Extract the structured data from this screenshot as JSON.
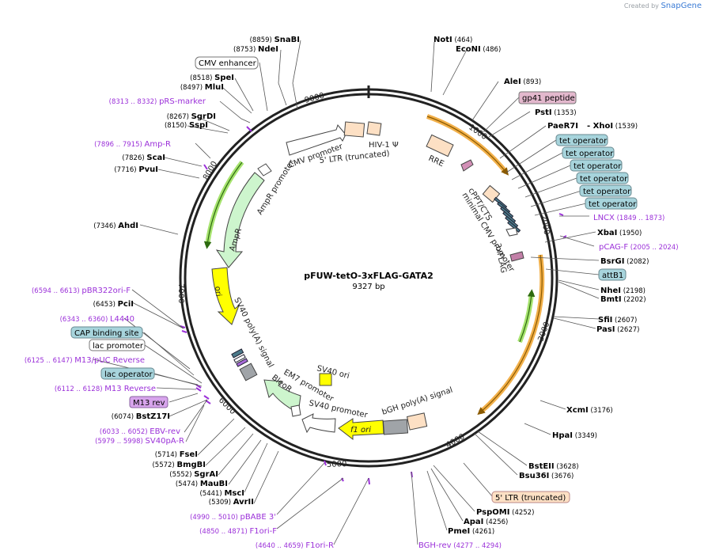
{
  "credit": {
    "prefix": "Created by",
    "brand": "SnapGene"
  },
  "plasmid": {
    "name": "pFUW-tetO-3xFLAG-GATA2",
    "size": "9327 bp",
    "length": 9327
  },
  "ticks": [
    "1000",
    "2000",
    "3000",
    "4000",
    "5000",
    "6000",
    "7000",
    "8000",
    "9000"
  ],
  "sites": [
    {
      "name": "SnaBI",
      "pos": "(8859)",
      "pos_first": true
    },
    {
      "name": "NdeI",
      "pos": "(8753)",
      "pos_first": true
    },
    {
      "name": "SpeI",
      "pos": "(8518)",
      "pos_first": true
    },
    {
      "name": "MluI",
      "pos": "(8497)",
      "pos_first": true
    },
    {
      "name": "SgrDI",
      "pos": "(8267)",
      "pos_first": true
    },
    {
      "name": "SspI",
      "pos": "(8150)",
      "pos_first": true
    },
    {
      "name": "ScaI",
      "pos": "(7826)",
      "pos_first": true
    },
    {
      "name": "PvuI",
      "pos": "(7716)",
      "pos_first": true
    },
    {
      "name": "AhdI",
      "pos": "(7346)",
      "pos_first": true
    },
    {
      "name": "PciI",
      "pos": "(6453)",
      "pos_first": true
    },
    {
      "name": "BstZ17I",
      "pos": "(6074)",
      "pos_first": true
    },
    {
      "name": "FseI",
      "pos": "(5714)",
      "pos_first": true
    },
    {
      "name": "BmgBI",
      "pos": "(5572)",
      "pos_first": true
    },
    {
      "name": "SgrAI",
      "pos": "(5552)",
      "pos_first": true
    },
    {
      "name": "MauBI",
      "pos": "(5474)",
      "pos_first": true
    },
    {
      "name": "MscI",
      "pos": "(5441)",
      "pos_first": true
    },
    {
      "name": "AvrII",
      "pos": "(5309)",
      "pos_first": true
    },
    {
      "name": "NotI",
      "pos": "(464)",
      "pos_first": false
    },
    {
      "name": "EcoNI",
      "pos": "(486)",
      "pos_first": false
    },
    {
      "name": "AleI",
      "pos": "(893)",
      "pos_first": false
    },
    {
      "name": "PstI",
      "pos": "(1353)",
      "pos_first": false
    },
    {
      "name": "PaeR7I",
      "pos": "",
      "pos_first": false
    },
    {
      "name": "- XhoI",
      "pos": "(1539)",
      "pos_first": false
    },
    {
      "name": "XbaI",
      "pos": "(1950)",
      "pos_first": false
    },
    {
      "name": "BsrGI",
      "pos": "(2082)",
      "pos_first": false
    },
    {
      "name": "NheI",
      "pos": "(2198)",
      "pos_first": false
    },
    {
      "name": "BmtI",
      "pos": "(2202)",
      "pos_first": false
    },
    {
      "name": "SfiI",
      "pos": "(2607)",
      "pos_first": false
    },
    {
      "name": "PasI",
      "pos": "(2627)",
      "pos_first": false
    },
    {
      "name": "XcmI",
      "pos": "(3176)",
      "pos_first": false
    },
    {
      "name": "HpaI",
      "pos": "(3349)",
      "pos_first": false
    },
    {
      "name": "BstEII",
      "pos": "(3628)",
      "pos_first": false
    },
    {
      "name": "Bsu36I",
      "pos": "(3676)",
      "pos_first": false
    },
    {
      "name": "PspOMI",
      "pos": "(4252)",
      "pos_first": false
    },
    {
      "name": "ApaI",
      "pos": "(4256)",
      "pos_first": false
    },
    {
      "name": "PmeI",
      "pos": "(4261)",
      "pos_first": false
    }
  ],
  "primers": [
    {
      "name": "pRS-marker",
      "pos": "(8313 .. 8332)",
      "pos_first": true
    },
    {
      "name": "Amp-R",
      "pos": "(7896 .. 7915)",
      "pos_first": true
    },
    {
      "name": "pBR322ori-F",
      "pos": "(6594 .. 6613)",
      "pos_first": true
    },
    {
      "name": "L4440",
      "pos": "(6343 .. 6360)",
      "pos_first": true
    },
    {
      "name": "M13/pUC Reverse",
      "pos": "(6125 .. 6147)",
      "pos_first": true
    },
    {
      "name": "M13 Reverse",
      "pos": "(6112 .. 6128)",
      "pos_first": true
    },
    {
      "name": "EBV-rev",
      "pos": "(6033 .. 6052)",
      "pos_first": true
    },
    {
      "name": "SV40pA-R",
      "pos": "(5979 .. 5998)",
      "pos_first": true
    },
    {
      "name": "pBABE 3'",
      "pos": "(4990 .. 5010)",
      "pos_first": true
    },
    {
      "name": "F1ori-F",
      "pos": "(4850 .. 4871)",
      "pos_first": true
    },
    {
      "name": "F1ori-R",
      "pos": "(4640 .. 4659)",
      "pos_first": true
    },
    {
      "name": "LNCX",
      "pos": "(1849 .. 1873)",
      "pos_first": false
    },
    {
      "name": "pCAG-F",
      "pos": "(2005 .. 2024)",
      "pos_first": false
    },
    {
      "name": "BGH-rev",
      "pos": "(4277 .. 4294)",
      "pos_first": false
    }
  ],
  "boxes": [
    {
      "name": "CMV enhancer",
      "style": "white"
    },
    {
      "name": "gp41 peptide",
      "style": "pink"
    },
    {
      "name": "tet operator",
      "style": "teal"
    },
    {
      "name": "tet operator",
      "style": "teal"
    },
    {
      "name": "tet operator",
      "style": "teal"
    },
    {
      "name": "tet operator",
      "style": "teal"
    },
    {
      "name": "tet operator",
      "style": "teal"
    },
    {
      "name": "tet operator",
      "style": "teal"
    },
    {
      "name": "attB1",
      "style": "teal"
    },
    {
      "name": "CAP binding site",
      "style": "teal"
    },
    {
      "name": "lac promoter",
      "style": "white"
    },
    {
      "name": "lac operator",
      "style": "teal"
    },
    {
      "name": "M13 rev",
      "style": "violet"
    },
    {
      "name": "5' LTR (truncated)",
      "style": "peach"
    }
  ],
  "features": [
    {
      "name": "CMV promoter"
    },
    {
      "name": "5' LTR (truncated)"
    },
    {
      "name": "HIV-1 Ψ"
    },
    {
      "name": "RRE"
    },
    {
      "name": "cPPT/CTS"
    },
    {
      "name": "minimal CMV promoter"
    },
    {
      "name": "3xFLAG"
    },
    {
      "name": "AmpR promoter"
    },
    {
      "name": "AmpR"
    },
    {
      "name": "ori"
    },
    {
      "name": "SV40 poly(A) signal"
    },
    {
      "name": "SV40 ori"
    },
    {
      "name": "EM7 promoter"
    },
    {
      "name": "BleoR"
    },
    {
      "name": "SV40 promoter"
    },
    {
      "name": "f1 ori"
    },
    {
      "name": "bGH poly(A) signal"
    }
  ],
  "colors": {
    "site_text": "#000000",
    "primer_text": "#9b30d9",
    "pos_text": "#000000",
    "teal": "#a7d4dc",
    "pink": "#e3b8cd",
    "violet": "#d7a4ec",
    "peach": "#fde0c4",
    "orange_arc": "#f2b04a",
    "green_arc": "#4c9a26",
    "ori_yellow": "#ffff00",
    "ampr_green": "#cdf5cd",
    "bleo_green": "#cdf5cd",
    "grey_feature": "#a0a4a8"
  }
}
